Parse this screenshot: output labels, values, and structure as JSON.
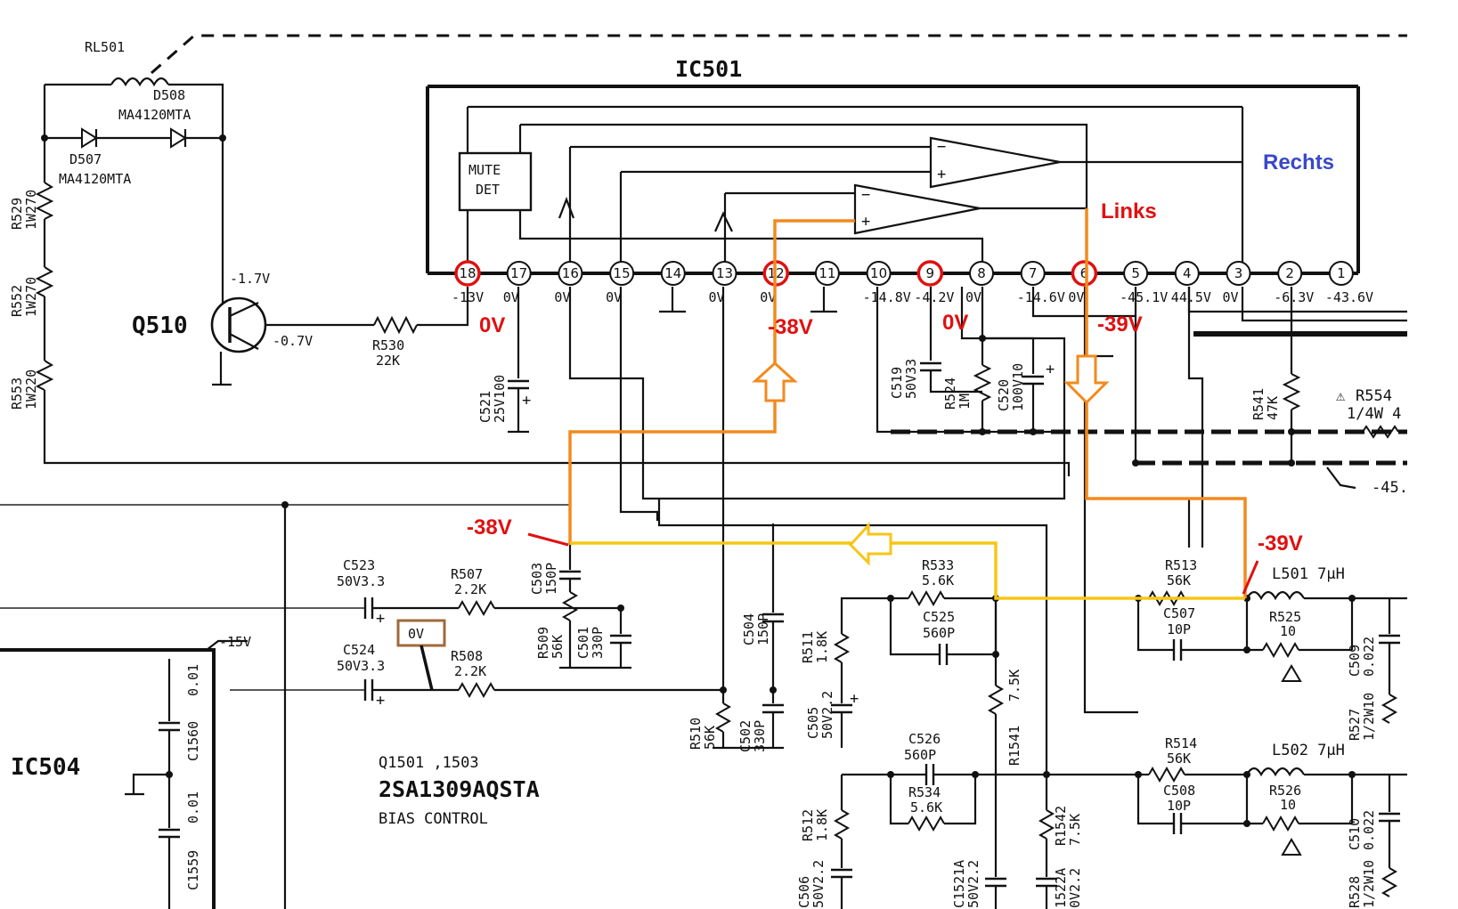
{
  "ic501": {
    "title": "IC501",
    "mute_det": [
      "MUTE",
      "DET"
    ],
    "pins": [
      {
        "num": "18",
        "voltage": "-13V",
        "highlight": true
      },
      {
        "num": "17",
        "voltage": "0V",
        "highlight": false
      },
      {
        "num": "16",
        "voltage": "0V",
        "highlight": false
      },
      {
        "num": "15",
        "voltage": "0V",
        "highlight": false
      },
      {
        "num": "14",
        "voltage": "",
        "highlight": false
      },
      {
        "num": "13",
        "voltage": "0V",
        "highlight": false
      },
      {
        "num": "12",
        "voltage": "0V",
        "highlight": true
      },
      {
        "num": "11",
        "voltage": "",
        "highlight": false
      },
      {
        "num": "10",
        "voltage": "-14.8V",
        "highlight": false
      },
      {
        "num": "9",
        "voltage": "-4.2V",
        "highlight": true
      },
      {
        "num": "8",
        "voltage": "0V",
        "highlight": false
      },
      {
        "num": "7",
        "voltage": "-14.6V",
        "highlight": false
      },
      {
        "num": "6",
        "voltage": "0V",
        "highlight": true
      },
      {
        "num": "5",
        "voltage": "-45.1V",
        "highlight": false
      },
      {
        "num": "4",
        "voltage": "44.5V",
        "highlight": false
      },
      {
        "num": "3",
        "voltage": "0V",
        "highlight": false
      },
      {
        "num": "2",
        "voltage": "-6.3V",
        "highlight": false
      },
      {
        "num": "1",
        "voltage": "-43.6V",
        "highlight": false
      }
    ]
  },
  "annotations": {
    "rechts": "Rechts",
    "links": "Links",
    "pin18_measured": "0V",
    "pin12_measured": "-38V",
    "pin9_measured": "0V",
    "pin6_measured": "-39V",
    "c503_node": "-38V",
    "l501_node": "-39V",
    "c524_box": "0V"
  },
  "components": {
    "rl501": "RL501",
    "d508": [
      "D508",
      "MA4120MTA"
    ],
    "d507": [
      "D507",
      "MA4120MTA"
    ],
    "r529": [
      "R529",
      "1W270"
    ],
    "r552": [
      "R552",
      "1W270"
    ],
    "r553": [
      "R553",
      "1W220"
    ],
    "q510": "Q510",
    "q510_base_v": "-1.7V",
    "q510_emit_v": "-0.7V",
    "r530": [
      "R530",
      "22K"
    ],
    "c521": [
      "C521",
      "25V100"
    ],
    "c519": [
      "C519",
      "50V33"
    ],
    "r524": [
      "R524",
      "1M"
    ],
    "c520": [
      "C520",
      "100V10"
    ],
    "r541_top": [
      "R541",
      "47K"
    ],
    "r554": [
      "R554",
      "1/4W 4"
    ],
    "neg45": "-45.",
    "c523": [
      "C523",
      "50V3.3"
    ],
    "c524": [
      "C524",
      "50V3.3"
    ],
    "r507": [
      "R507",
      "2.2K"
    ],
    "r508": [
      "R508",
      "2.2K"
    ],
    "c503": [
      "C503",
      "150P"
    ],
    "r509": [
      "R509",
      "56K"
    ],
    "c501": [
      "C501",
      "330P"
    ],
    "c504": [
      "C504",
      "150P"
    ],
    "r510": [
      "R510",
      "56K"
    ],
    "c502": [
      "C502",
      "330P"
    ],
    "r511": [
      "R511",
      "1.8K"
    ],
    "c505": [
      "C505",
      "50V2.2"
    ],
    "r533": [
      "R533",
      "5.6K"
    ],
    "c525": [
      "C525",
      "560P"
    ],
    "r1541": [
      "R1541",
      "7.5K"
    ],
    "c526": [
      "C526",
      "560P"
    ],
    "r534": [
      "R534",
      "5.6K"
    ],
    "r512": [
      "R512",
      "1.8K"
    ],
    "c506": [
      "C506",
      "50V2.2"
    ],
    "c1521a": [
      "C1521A",
      "50V2.2"
    ],
    "r1542": [
      "R1542",
      "7.5K"
    ],
    "c1522a": [
      "1522A",
      "0V2.2"
    ],
    "r513": [
      "R513",
      "56K"
    ],
    "c507": [
      "C507",
      "10P"
    ],
    "l501": "L501 7μH",
    "r525": [
      "R525",
      "10"
    ],
    "c509": [
      "C509",
      "0.022"
    ],
    "r527": [
      "R527",
      "1/2W10"
    ],
    "r514": [
      "R514",
      "56K"
    ],
    "c508": [
      "C508",
      "10P"
    ],
    "l502": "L502 7μH",
    "r526": [
      "R526",
      "10"
    ],
    "c510": [
      "C510",
      "0.022"
    ],
    "r528": [
      "R528",
      "1/2W10"
    ],
    "ic504": "IC504",
    "neg15": "-15V",
    "c1560": [
      "C1560",
      "0.01"
    ],
    "c1559": [
      "C1559",
      "0.01"
    ]
  },
  "caption": {
    "line1": "Q1501 ,1503",
    "line2": "2SA1309AQSTA",
    "line3": "BIAS  CONTROL"
  },
  "colors": {
    "highlight_red": "#e01010",
    "path_orange": "#f28a1e",
    "path_yellow": "#f7c615",
    "label_blue": "#3a48c8",
    "box_brown": "#a0693a"
  }
}
